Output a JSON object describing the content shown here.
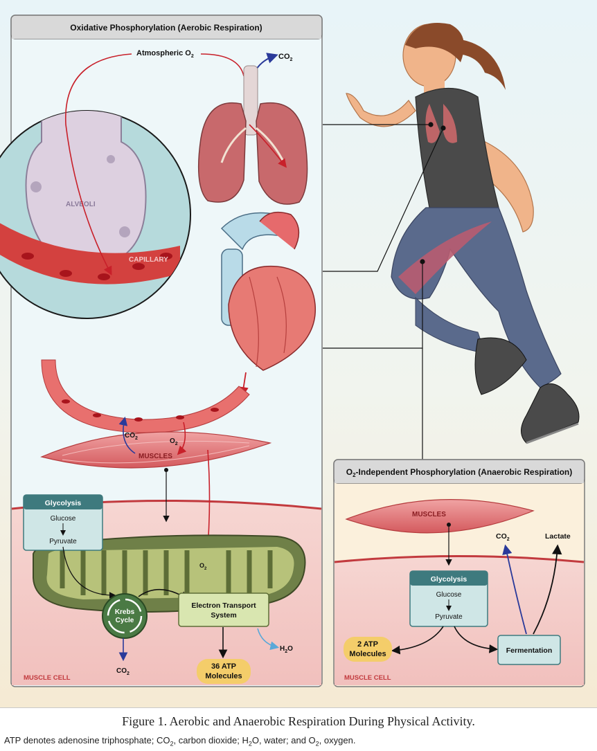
{
  "aerobic": {
    "title": "Oxidative Phosphorylation (Aerobic Respiration)",
    "atmospheric": "Atmospheric O",
    "atmospheric_sub": "2",
    "co2_top": "CO",
    "co2_sub": "2",
    "alveoli": "ALVEOLI",
    "capillary": "CAPILLARY",
    "co2_muscle": "CO",
    "o2_muscle": "O",
    "sub2": "2",
    "muscles": "MUSCLES",
    "glycolysis_title": "Glycolysis",
    "glucose": "Glucose",
    "pyruvate": "Pyruvate",
    "o2_mito": "O",
    "krebs_line1": "Krebs",
    "krebs_line2": "Cycle",
    "etc_line1": "Electron Transport",
    "etc_line2": "System",
    "h2o_h": "H",
    "h2o_o": "O",
    "co2_bottom": "CO",
    "atp_line1": "36 ATP",
    "atp_line2": "Molecules",
    "cell_label": "MUSCLE CELL"
  },
  "anaerobic": {
    "title_o": "O",
    "title_sub": "2",
    "title_rest": "-Independent Phosphorylation (Anaerobic Respiration)",
    "muscles": "MUSCLES",
    "co2": "CO",
    "co2_sub": "2",
    "lactate": "Lactate",
    "glycolysis_title": "Glycolysis",
    "glucose": "Glucose",
    "pyruvate": "Pyruvate",
    "atp_line1": "2 ATP",
    "atp_line2": "Molecules",
    "fermentation": "Fermentation",
    "cell_label": "MUSCLE CELL"
  },
  "caption": {
    "figure": "Figure 1.  Aerobic and Anaerobic Respiration During Physical Activity.",
    "note_1": "ATP denotes adenosine triphosphate; CO",
    "note_2": ", carbon dioxide; H",
    "note_3": "O, water; and O",
    "note_4": ", oxygen.",
    "sub2": "2"
  },
  "colors": {
    "panel_bg": "#eef7f9",
    "header": "#d9d9d9",
    "muscle": "#e2777a",
    "cell": "#f3c9c6",
    "mito": "#6f8048",
    "glyco_box": "#cfe6e6",
    "etc_box": "#d9e6b0",
    "atp": "#f4cd6a",
    "shirt": "#4a4a4a",
    "pants": "#5a6a8c",
    "skin": "#f0b48a"
  }
}
